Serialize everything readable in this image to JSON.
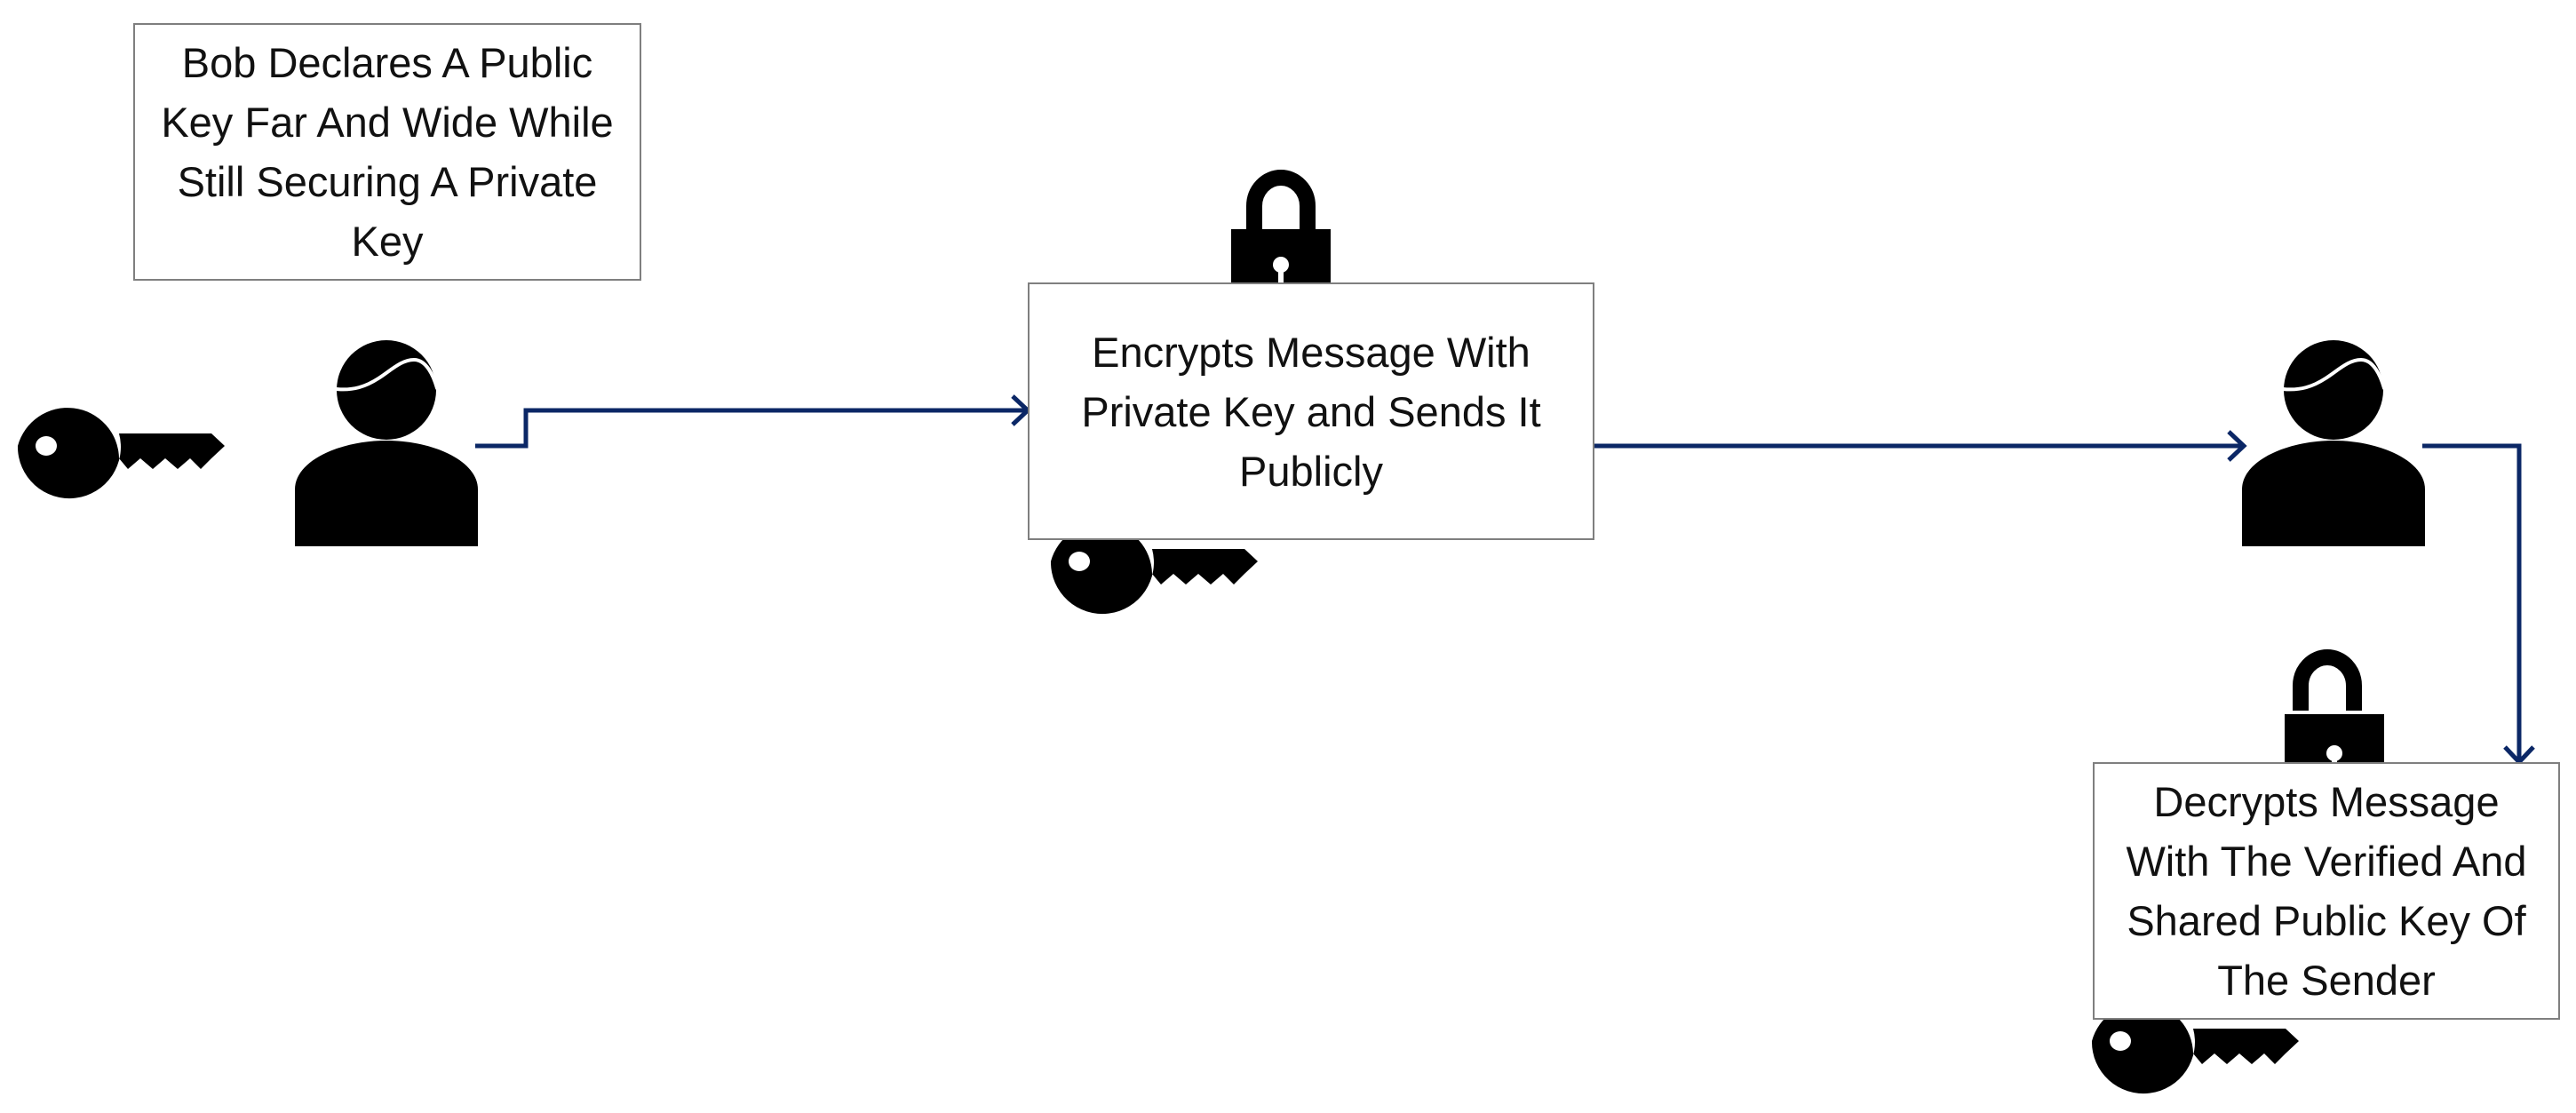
{
  "diagram": {
    "nodes": {
      "bob_declares": "Bob Declares A Public Key Far And Wide While Still Securing A Private Key",
      "encrypts": "Encrypts Message With Private Key and Sends It Publicly",
      "decrypts": "Decrypts Message With The Verified And Shared Public Key Of The Sender"
    },
    "icons": [
      "key-icon",
      "person-icon",
      "padlock-locked-icon",
      "padlock-unlocked-icon"
    ],
    "colors": {
      "arrow": "#0b2766",
      "icon": "#000000",
      "box_border": "#7f7f7f",
      "text": "#111111"
    }
  }
}
